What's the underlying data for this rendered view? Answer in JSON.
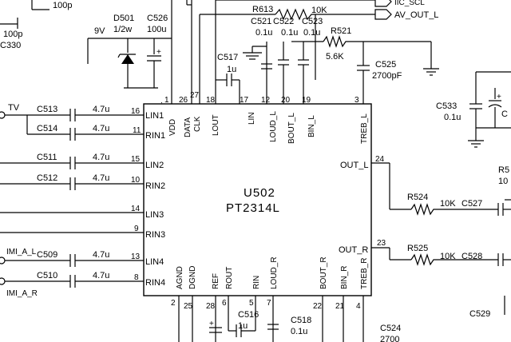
{
  "chip": {
    "ref": "U502",
    "part": "PT2314L"
  },
  "top_labels": {
    "c100p_top": "100p",
    "c100p_left": "100p",
    "c330": "C330",
    "v9": "9V",
    "d501": "D501",
    "d501_val": "1/2w",
    "c526": "C526",
    "c526_val": "100u",
    "r613": "R613",
    "r613_val": "10K",
    "iic_scl": "IIC_SCL",
    "av_out_l": "AV_OUT_L",
    "c521": "C521",
    "c521_val": "0.1u",
    "c522": "C522",
    "c522_val": "0.1u",
    "c523": "C523",
    "c523_val": "0.1u",
    "r521": "R521",
    "r521_val": "5.6K",
    "c525": "C525",
    "c525_val": "2700pF",
    "c517": "C517",
    "c517_val": "1u",
    "c533": "C533",
    "c533_val": "0.1u",
    "r5x": "R5",
    "r5x_val": "10"
  },
  "top_pins": [
    {
      "name": "VDD",
      "num": "1"
    },
    {
      "name": "DATA",
      "num": "26"
    },
    {
      "name": "CLK",
      "num": "27"
    },
    {
      "name": "LOUT",
      "num": "18"
    },
    {
      "name": "LIN",
      "num": "17"
    },
    {
      "name": "LOUD_L",
      "num": "12"
    },
    {
      "name": "BOUT_L",
      "num": "20"
    },
    {
      "name": "BIN_L",
      "num": "19"
    },
    {
      "name": "TREB_L",
      "num": "3"
    }
  ],
  "left_inputs": [
    {
      "pin": "LIN1",
      "num": "16",
      "cap": "C513",
      "val": "4.7u",
      "net": "TV"
    },
    {
      "pin": "RIN1",
      "num": "11",
      "cap": "C514",
      "val": "4.7u",
      "net": ""
    },
    {
      "pin": "LIN2",
      "num": "15",
      "cap": "C511",
      "val": "4.7u",
      "net": ""
    },
    {
      "pin": "RIN2",
      "num": "10",
      "cap": "C512",
      "val": "4.7u",
      "net": ""
    },
    {
      "pin": "LIN3",
      "num": "14",
      "cap": "",
      "val": "",
      "net": ""
    },
    {
      "pin": "RIN3",
      "num": "9",
      "cap": "",
      "val": "",
      "net": ""
    },
    {
      "pin": "LIN4",
      "num": "13",
      "cap": "C509",
      "val": "4.7u",
      "net": "IMI_A_L"
    },
    {
      "pin": "RIN4",
      "num": "8",
      "cap": "C510",
      "val": "4.7u",
      "net": "IMI_A_R"
    }
  ],
  "right_outputs": [
    {
      "pin": "OUT_L",
      "num": "24",
      "res": "R524",
      "res_val": "10K",
      "cap": "C527"
    },
    {
      "pin": "OUT_R",
      "num": "23",
      "res": "R525",
      "res_val": "10K",
      "cap": "C528"
    }
  ],
  "bottom_pins": [
    {
      "name": "AGND",
      "num": "2"
    },
    {
      "name": "DGND",
      "num": "25"
    },
    {
      "name": "REF",
      "num": "28"
    },
    {
      "name": "ROUT",
      "num": "6"
    },
    {
      "name": "RIN",
      "num": "5"
    },
    {
      "name": "LOUD_R",
      "num": "7"
    },
    {
      "name": "BOUT_R",
      "num": "22"
    },
    {
      "name": "BIN_R",
      "num": "21"
    },
    {
      "name": "TREB_R",
      "num": "4"
    }
  ],
  "bottom_labels": {
    "c516": "C516",
    "c516_val": "1u",
    "c518": "C518",
    "c518_val": "0.1u",
    "c524": "C524",
    "c524_val": "2700",
    "c529": "C529"
  }
}
